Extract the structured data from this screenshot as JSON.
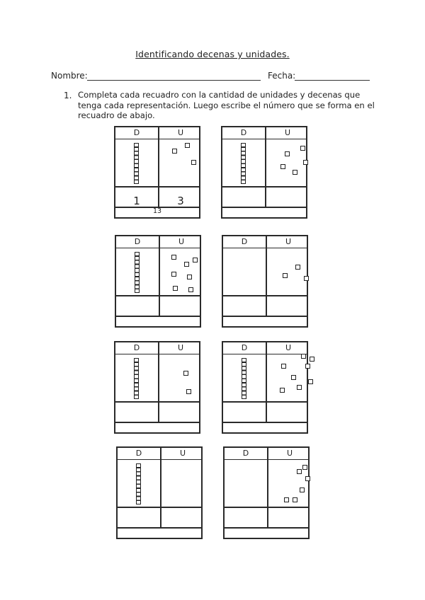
{
  "title": "Identificando decenas y unidades.",
  "fields": {
    "nombre_label": "Nombre:",
    "fecha_label": "Fecha:"
  },
  "item": {
    "number": "1.",
    "instructions": "Completa cada recuadro con la cantidad de unidades y decenas que tenga cada representación. Luego escribe el número que se forma en el recuadro de abajo."
  },
  "cards": [
    {
      "header_d": "D",
      "header_u": "U",
      "rods": 1,
      "cubes": 3,
      "answer_d": "1",
      "answer_u": "3",
      "total": "13"
    },
    {
      "header_d": "D",
      "header_u": "U",
      "rods": 1,
      "cubes": 5,
      "answer_d": "",
      "answer_u": "",
      "total": ""
    },
    {
      "header_d": "D",
      "header_u": "U",
      "rods": 1,
      "cubes": 7,
      "answer_d": "",
      "answer_u": "",
      "total": ""
    },
    {
      "header_d": "D",
      "header_u": "U",
      "rods": 0,
      "cubes": 3,
      "answer_d": "",
      "answer_u": "",
      "total": ""
    },
    {
      "header_d": "D",
      "header_u": "U",
      "rods": 1,
      "cubes": 2,
      "answer_d": "",
      "answer_u": "",
      "total": ""
    },
    {
      "header_d": "D",
      "header_u": "U",
      "rods": 1,
      "cubes": 8,
      "answer_d": "",
      "answer_u": "",
      "total": ""
    },
    {
      "header_d": "D",
      "header_u": "U",
      "rods": 1,
      "cubes": 0,
      "answer_d": "",
      "answer_u": "",
      "total": ""
    },
    {
      "header_d": "D",
      "header_u": "U",
      "rods": 0,
      "cubes": 6,
      "answer_d": "",
      "answer_u": "",
      "total": ""
    }
  ]
}
